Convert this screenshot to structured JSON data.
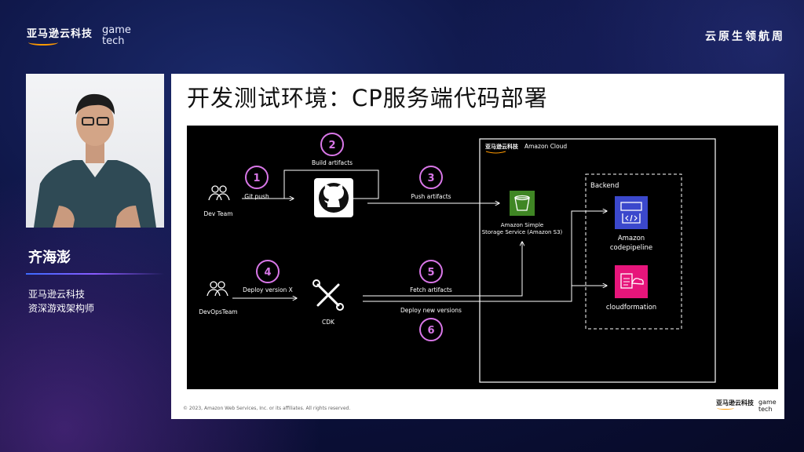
{
  "header": {
    "brand_cn": "亚马逊云科技",
    "brand_en_line1": "game",
    "brand_en_line2": "tech",
    "event": "云原生领航周"
  },
  "speaker": {
    "name": "齐海澎",
    "company": "亚马逊云科技",
    "role": "资深游戏架构师"
  },
  "slide": {
    "title": "开发测试环境：CP服务端代码部署",
    "copyright": "© 2023, Amazon Web Services, Inc. or its affiliates. All rights reserved.",
    "logo_cn": "亚马逊云科技",
    "logo_en_line1": "game",
    "logo_en_line2": "tech"
  },
  "diagram": {
    "accent_color": "#d977e8",
    "steps": [
      {
        "num": "1",
        "label": "Git push"
      },
      {
        "num": "2",
        "label": "Build artifacts"
      },
      {
        "num": "3",
        "label": "Push artifacts"
      },
      {
        "num": "4",
        "label": "Deploy version X"
      },
      {
        "num": "5",
        "label": "Fetch artifacts"
      },
      {
        "num": "6",
        "label": "Deploy new versions"
      }
    ],
    "actors": {
      "dev_team": "Dev Team",
      "devops_team": "DevOpsTeam",
      "cdk": "CDK"
    },
    "cloud": {
      "brand": "亚马逊云科技",
      "label": "Amazon Cloud",
      "s3_line1": "Amazon Simple",
      "s3_line2": "Storage Service (Amazon S3)",
      "backend": "Backend",
      "codepipeline_line1": "Amazon",
      "codepipeline_line2": "codepipeline",
      "cloudformation": "cloudformation"
    },
    "icons": [
      "people-icon",
      "github-icon",
      "tools-icon",
      "s3-bucket-icon",
      "codepipeline-icon",
      "cloudformation-icon"
    ]
  }
}
